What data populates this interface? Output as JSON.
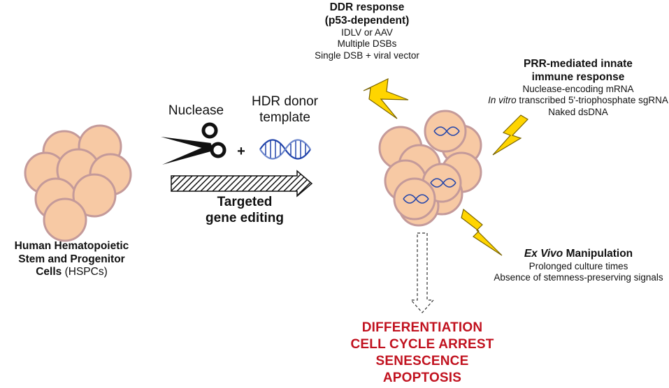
{
  "colors": {
    "cell_fill": "#f7c9a4",
    "cell_edge": "#c49a9a",
    "bolt_fill": "#ffd500",
    "dna_blue": "#2244aa",
    "outcome_red": "#c1121f"
  },
  "hspc_label": {
    "line1": "Human Hematopoietic",
    "line2": "Stem and Progenitor",
    "line3_bold": "Cells",
    "line3_rest": " (HSPCs)"
  },
  "nuclease_label": "Nuclease",
  "plus_sign": "+",
  "hdr_label": {
    "line1": "HDR donor",
    "line2": "template"
  },
  "editing_label": {
    "line1": "Targeted",
    "line2": "gene editing"
  },
  "ddr": {
    "title1": "DDR response",
    "title2": "(p53-dependent)",
    "items": [
      "IDLV or AAV",
      "Multiple DSBs",
      "Single DSB + viral vector"
    ]
  },
  "prr": {
    "title1": "PRR-mediated innate",
    "title2": "immune response",
    "item1": "Nuclease-encoding mRNA",
    "item2_italic": "In vitro",
    "item2_rest": " transcribed 5'-triophosphate sgRNA",
    "item3": "Naked dsDNA"
  },
  "exvivo": {
    "title_italic": "Ex Vivo",
    "title_rest": " Manipulation",
    "items": [
      "Prolonged culture times",
      "Absence of stemness-preserving signals"
    ]
  },
  "outcomes": [
    "DIFFERENTIATION",
    "CELL CYCLE ARREST",
    "SENESCENCE",
    "APOPTOSIS"
  ],
  "icons": {
    "scissors": "scissors-icon",
    "dna": "dna-helix-icon",
    "bolt": "lightning-bolt-icon"
  }
}
